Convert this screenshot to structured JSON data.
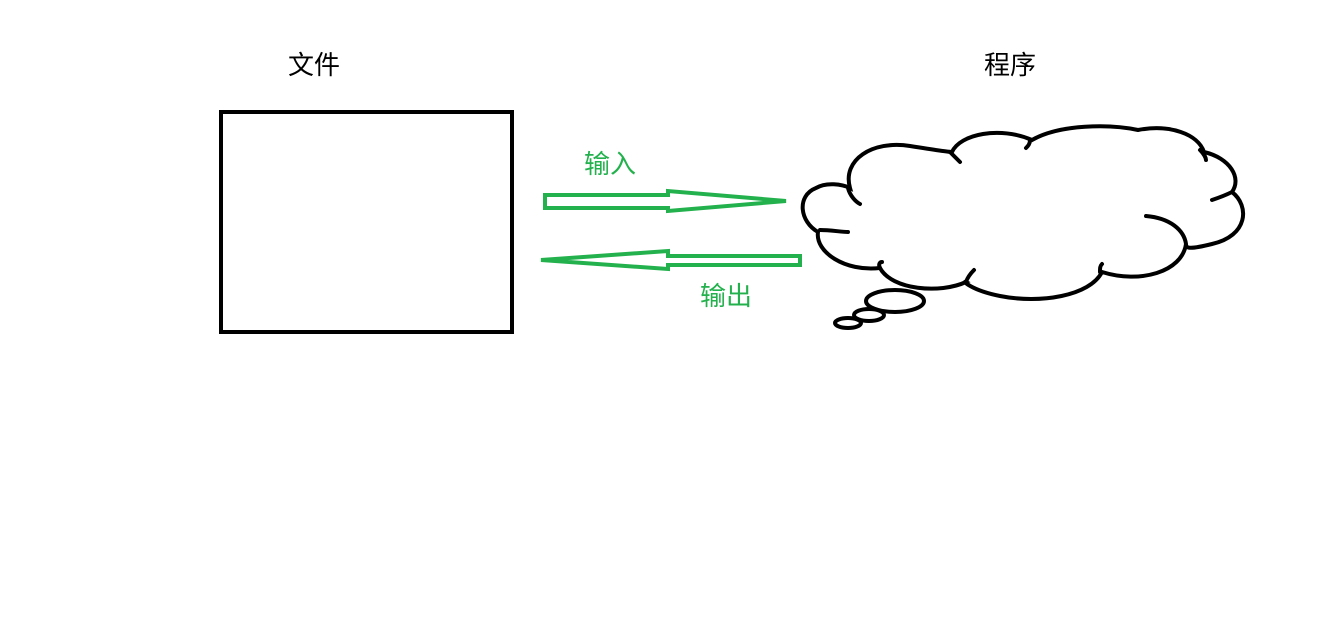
{
  "labels": {
    "file": "文件",
    "program": "程序",
    "input": "输入",
    "output": "输出"
  },
  "colors": {
    "outline": "#000000",
    "arrow": "#22b14c"
  }
}
